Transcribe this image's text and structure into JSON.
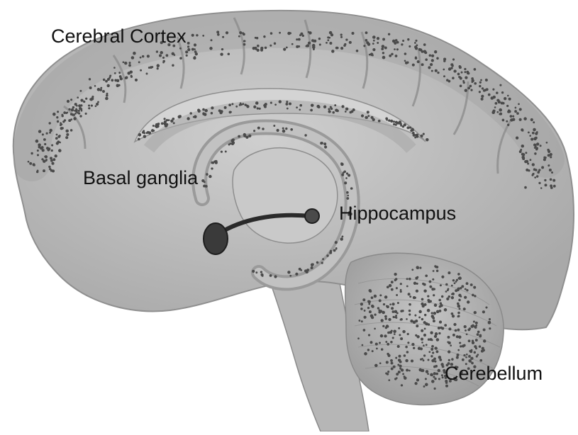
{
  "labels": {
    "cerebral_cortex": "Cerebral Cortex",
    "basal_ganglia": "Basal ganglia",
    "hippocampus": "Hippocampus",
    "cerebellum": "Cerebellum"
  },
  "colors": {
    "background": "#ffffff",
    "brain_fill": "#b9b9b9",
    "brain_dark": "#8f8f8f",
    "brain_light": "#d2d2d2",
    "neuron_dots": "#4a4a4a",
    "pathway": "#2a2a2a"
  }
}
